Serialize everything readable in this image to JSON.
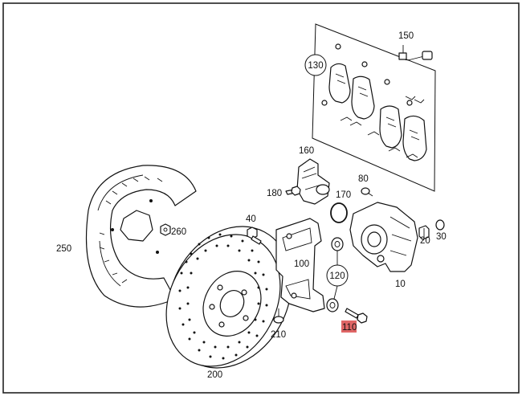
{
  "diagram": {
    "callouts": {
      "p10": "10",
      "p20": "20",
      "p30": "30",
      "p40": "40",
      "p80": "80",
      "p100": "100",
      "p110": "110",
      "p120": "120",
      "p130": "130",
      "p150": "150",
      "p160": "160",
      "p170": "170",
      "p180": "180",
      "p200": "200",
      "p210": "210",
      "p250": "250",
      "p260": "260"
    },
    "highlight_color": "#e06666",
    "line_color": "#111111",
    "frame_color": "#222222"
  }
}
